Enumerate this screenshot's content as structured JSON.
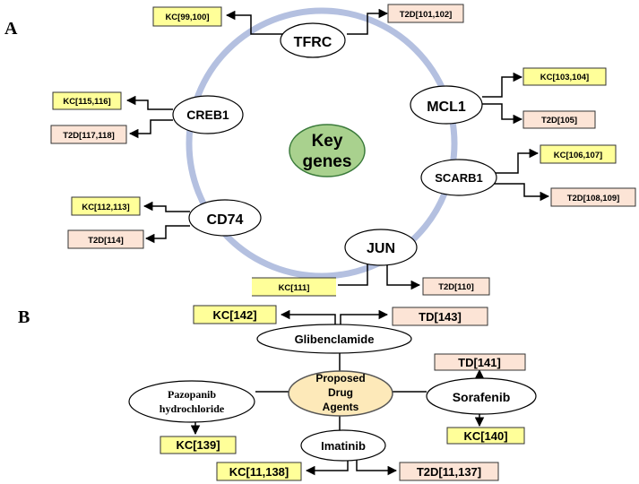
{
  "panel_a": {
    "label": "A",
    "center_label_line1": "Key",
    "center_label_line2": "genes",
    "genes": {
      "tfrc": {
        "name": "TFRC",
        "kc": "KC[99,100]",
        "t2d": "T2D[101,102]"
      },
      "mcl1": {
        "name": "MCL1",
        "kc": "KC[103,104]",
        "t2d": "T2D[105]"
      },
      "scarb1": {
        "name": "SCARB1",
        "kc": "KC[106,107]",
        "t2d": "T2D[108,109]"
      },
      "jun": {
        "name": "JUN",
        "kc": "KC[111]",
        "t2d": "T2D[110]"
      },
      "cd74": {
        "name": "CD74",
        "kc": "KC[112,113]",
        "t2d": "T2D[114]"
      },
      "creb1": {
        "name": "CREB1",
        "kc": "KC[115,116]",
        "t2d": "T2D[117,118]"
      }
    }
  },
  "panel_b": {
    "label": "B",
    "center_line1": "Proposed",
    "center_line2": "Drug",
    "center_line3": "Agents",
    "drugs": {
      "glibenclamide": {
        "name": "Glibenclamide",
        "kc": "KC[142]",
        "td": "TD[143]"
      },
      "sorafenib": {
        "name": "Sorafenib",
        "td": "TD[141]",
        "kc": "KC[140]"
      },
      "imatinib": {
        "name": "Imatinib",
        "kc": "KC[11,138]",
        "t2d": "T2D[11,137]"
      },
      "pazopanib": {
        "name_line1": "Pazopanib",
        "name_line2": "hydrochloride",
        "kc": "KC[139]"
      }
    }
  },
  "colors": {
    "kc_fill": "#ffff99",
    "t2d_fill": "#fce4d6",
    "ring": "#b4c0e0",
    "key_genes_fill": "#a9d18e",
    "proposed_fill": "#fde9b9"
  }
}
